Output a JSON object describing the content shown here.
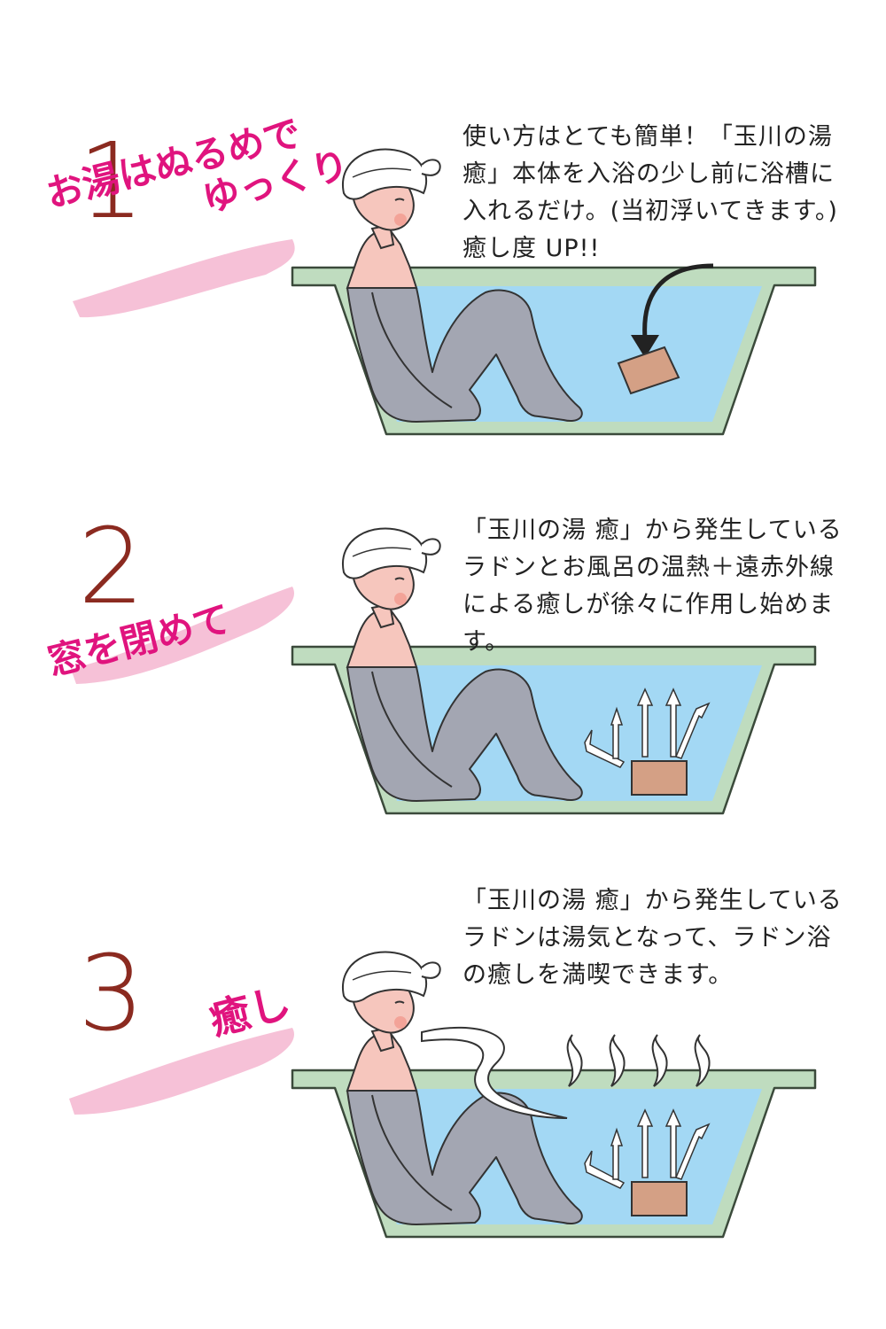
{
  "colors": {
    "number": "#8b2a20",
    "tagline": "#e0147e",
    "brush": "#f6c1d7",
    "water": "#a3d8f4",
    "tub": "#bfdcbf",
    "body_wet": "#a3a6b2",
    "skin": "#f6c6bd",
    "stone": "#d4a085"
  },
  "steps": [
    {
      "number": "1",
      "tagline_line1": "お湯はぬるめで",
      "tagline_line2": "ゆっくり",
      "caption": [
        "使い方はとても簡単！「玉川の湯",
        "癒」本体を入浴の少し前に浴槽に",
        "入れるだけ。(当初浮いてきます。)",
        "癒し度 UP!!"
      ]
    },
    {
      "number": "2",
      "tagline_line1": "窓を閉めて",
      "caption": [
        "「玉川の湯 癒」から発生している",
        "ラドンとお風呂の温熱＋遠赤外線",
        "による癒しが徐々に作用し始めま",
        "す。"
      ]
    },
    {
      "number": "3",
      "tagline_line1": "癒し",
      "caption": [
        "「玉川の湯 癒」から発生している",
        "ラドンは湯気となって、ラドン浴",
        "の癒しを満喫できます。"
      ]
    }
  ]
}
